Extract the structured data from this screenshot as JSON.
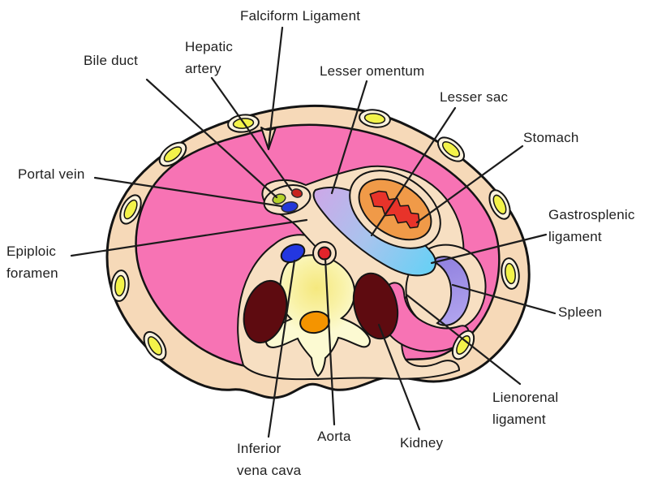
{
  "labels": {
    "falciform": "Falciform Ligament",
    "hepatic_artery": "Hepatic\nartery",
    "bile_duct": "Bile duct",
    "lesser_omentum": "Lesser omentum",
    "lesser_sac": "Lesser sac",
    "stomach": "Stomach",
    "portal_vein": "Portal vein",
    "gastrosplenic_ligament": "Gastrosplenic\nligament",
    "epiploic_foramen": "Epiploic\nforamen",
    "spleen": "Spleen",
    "lienorenal_ligament": "Lienorenal\nligament",
    "kidney": "Kidney",
    "aorta": "Aorta",
    "inferior_vena_cava": "Inferior\nvena cava"
  },
  "colors": {
    "background": "#FFFFFF",
    "outline": "#141414",
    "body_wall_cream": "#F6D9B8",
    "cavity_pink": "#F773B4",
    "pocket_cream": "#F7DFC2",
    "stomach_wall_orange": "#F09A48",
    "stomach_mucosa_red": "#E8332A",
    "lesser_sac_purple": "#CBA9E8",
    "lesser_sac_cyan": "#5FD2F6",
    "spleen_purple": "#9C8CE6",
    "kidney_maroon": "#5E0B10",
    "aorta_red": "#E3242B",
    "ivc_blue": "#2337E0",
    "vertebra_pale_yellow": "#FCFAD2",
    "vertebra_core_yellow": "#F5E87E",
    "spinal_cord_orange": "#F49400",
    "rib_yellow": "#F3F34A",
    "bile_duct_green": "#B6D32A",
    "hepatic_artery_red": "#C7231D",
    "portal_vein_blue": "#2337D8",
    "label_text": "#1F1F1F"
  }
}
